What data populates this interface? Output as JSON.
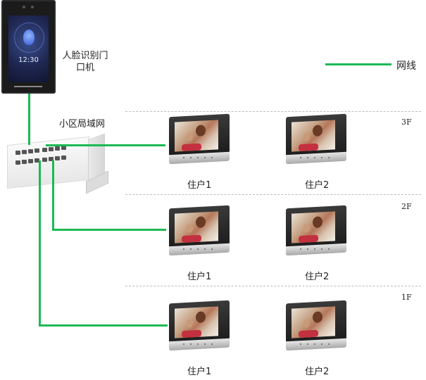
{
  "diagram": {
    "type": "network topology",
    "face_terminal": {
      "label_line1": "人脸识别门",
      "label_line2": "口机",
      "screen_time": "12:30"
    },
    "switch": {
      "label": "小区局域网"
    },
    "legend": {
      "line_label": "网线",
      "line_color": "#1db954"
    },
    "floors": [
      {
        "name": "3F",
        "units": [
          {
            "label": "住户1"
          },
          {
            "label": "住户2"
          }
        ]
      },
      {
        "name": "2F",
        "units": [
          {
            "label": "住户1"
          },
          {
            "label": "住户2"
          }
        ]
      },
      {
        "name": "1F",
        "units": [
          {
            "label": "住户1"
          },
          {
            "label": "住户2"
          }
        ]
      }
    ]
  }
}
